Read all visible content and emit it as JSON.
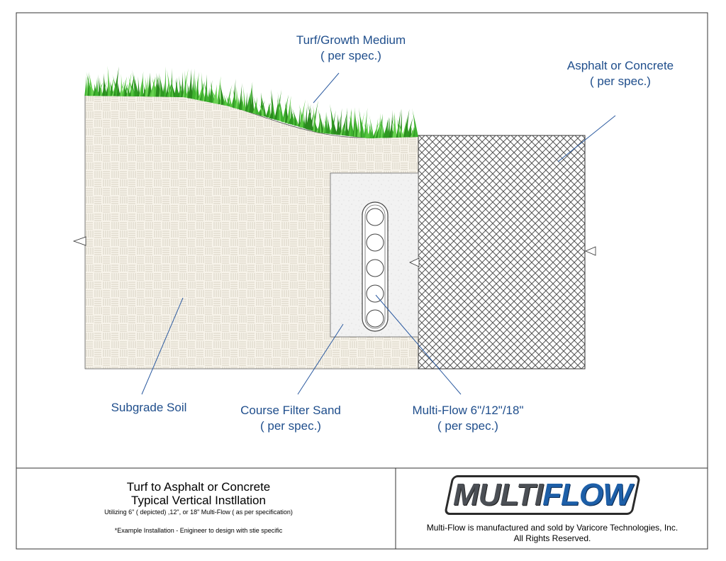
{
  "labels": {
    "turf_l1": "Turf/Growth Medium",
    "turf_l2": "( per spec.)",
    "asphalt_l1": "Asphalt or Concrete",
    "asphalt_l2": "( per spec.)",
    "subgrade": "Subgrade Soil",
    "sand_l1": "Course Filter Sand",
    "sand_l2": "( per spec.)",
    "multiflow_l1": "Multi-Flow 6\"/12\"/18\"",
    "multiflow_l2": "( per spec.)"
  },
  "title_block": {
    "title_l1": "Turf to Asphalt or Concrete",
    "title_l2": "Typical Vertical Instllation",
    "subtitle": "Utilizing 6\"  ( depicted)  ,12\", or 18\" Multi-Flow  ( as per specification)",
    "note": "*Example Installation - Enigineer to design with stie specific",
    "logo_a": "MULTI",
    "logo_b": "FLOW",
    "company_l1": "Multi-Flow is manufactured and sold by Varicore Technologies, Inc.",
    "company_l2": "All Rights Reserved."
  },
  "colors": {
    "label_blue": "#1f4e8c",
    "grass_green": "#3fb230",
    "logo_blue": "#1d5fa8",
    "logo_gray": "#4b4f55"
  }
}
